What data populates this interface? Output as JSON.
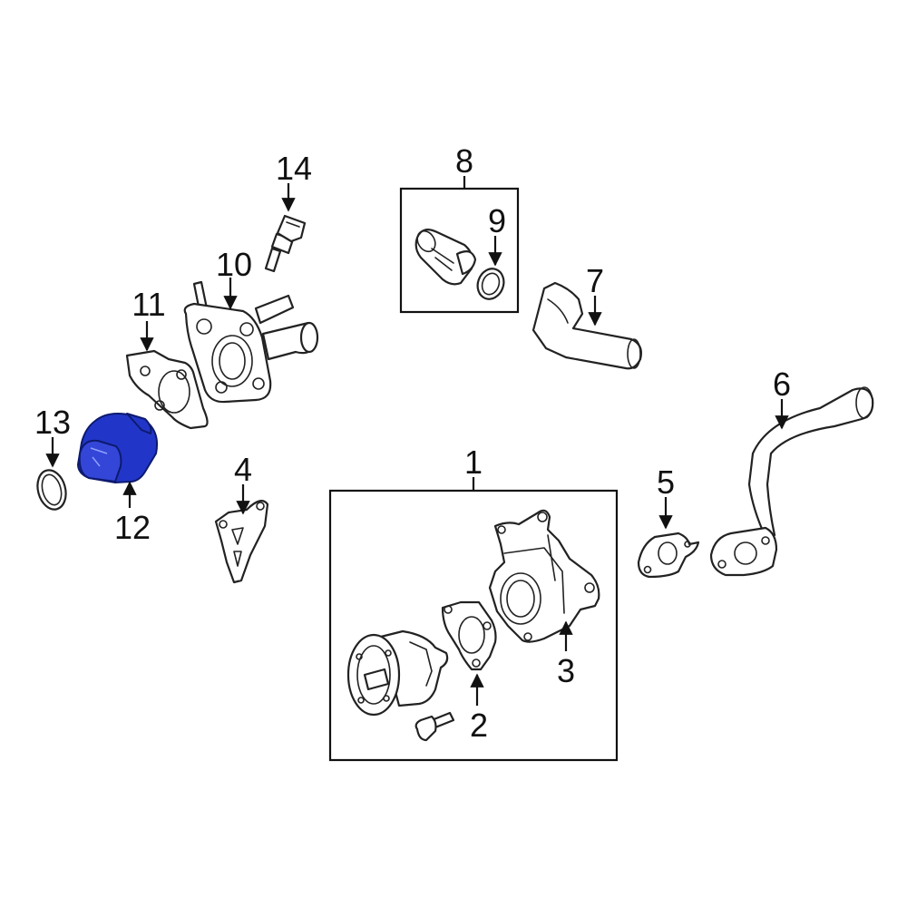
{
  "diagram": {
    "highlight_color": "#2136c8",
    "line_color": "#111111",
    "callouts": [
      {
        "id": "1",
        "label": "1"
      },
      {
        "id": "2",
        "label": "2"
      },
      {
        "id": "3",
        "label": "3"
      },
      {
        "id": "4",
        "label": "4"
      },
      {
        "id": "5",
        "label": "5"
      },
      {
        "id": "6",
        "label": "6"
      },
      {
        "id": "7",
        "label": "7"
      },
      {
        "id": "8",
        "label": "8"
      },
      {
        "id": "9",
        "label": "9"
      },
      {
        "id": "10",
        "label": "10"
      },
      {
        "id": "11",
        "label": "11"
      },
      {
        "id": "12",
        "label": "12"
      },
      {
        "id": "13",
        "label": "13"
      },
      {
        "id": "14",
        "label": "14"
      }
    ],
    "highlighted_part": "12"
  }
}
